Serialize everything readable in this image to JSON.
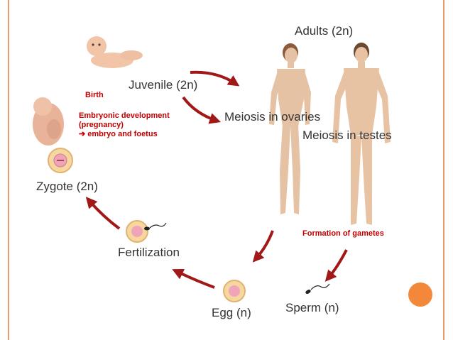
{
  "diagram": {
    "labels": {
      "adults": "Adults (2n)",
      "juvenile": "Juvenile (2n)",
      "meiosis_ovaries": "Meiosis in ovaries",
      "meiosis_testes": "Meiosis in testes",
      "zygote": "Zygote (2n)",
      "fertilization": "Fertilization",
      "egg": "Egg (n)",
      "sperm": "Sperm (n)"
    },
    "notes": {
      "birth": "Birth",
      "embryonic_1": "Embryonic development",
      "embryonic_2": "(pregnancy)",
      "embryonic_3": "embryo and foetus",
      "embryonic_arrow": "➔",
      "gametes": "Formation of gametes"
    }
  },
  "colors": {
    "arrow": "#a01818",
    "note_text": "#c00000",
    "frame": "#e79a6b",
    "accent_dot": "#f3873a",
    "cell_fill": "#f6d7a0",
    "nucleus": "#f0a4b8"
  }
}
